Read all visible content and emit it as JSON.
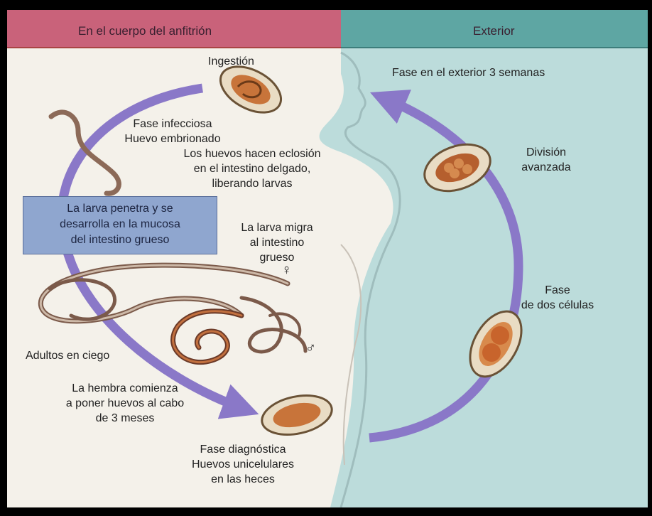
{
  "header": {
    "left": "En el cuerpo del anfitrión",
    "right": "Exterior"
  },
  "labels": {
    "ingestion": "Ingestión",
    "exterior_phase": "Fase en el exterior 3 semanas",
    "infective_1": "Fase infecciosa",
    "infective_2": "Huevo embrionado",
    "hatch_1": "Los huevos hacen eclosión",
    "hatch_2": "en el intestino delgado,",
    "hatch_3": "liberando larvas",
    "division_1": "División",
    "division_2": "avanzada",
    "migrate_1": "La larva migra",
    "migrate_2": "al intestino",
    "migrate_3": "grueso",
    "female_symbol": "♀",
    "male_symbol": "♂",
    "two_cell_1": "Fase",
    "two_cell_2": "de dos células",
    "adults": "Adultos en ciego",
    "female_1": "La hembra comienza",
    "female_2": "a poner huevos al cabo",
    "female_3": "de 3 meses",
    "diag_1": "Fase diagnóstica",
    "diag_2": "Huevos unicelulares",
    "diag_3": "en las heces"
  },
  "box": {
    "line1": "La larva penetra y se",
    "line2": "desarrolla en la mucosa",
    "line3": "del intestino grueso"
  },
  "colors": {
    "host_header": "#c9627a",
    "exterior_header": "#5ea6a3",
    "exterior_bg": "#bcdcdb",
    "arrow": "#8a78c8",
    "box": "#8fa6cf",
    "egg": "#c8743a"
  }
}
